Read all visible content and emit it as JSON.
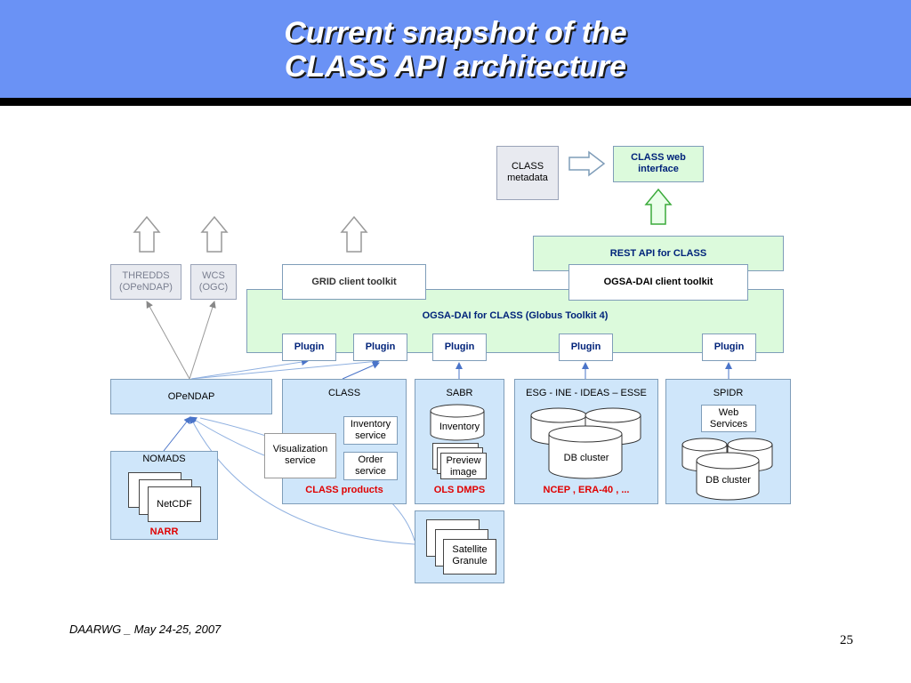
{
  "slide": {
    "title_line1": "Current snapshot of the",
    "title_line2": "CLASS API architecture",
    "footer": "DAARWG _ May 24-25, 2007",
    "page_number": "25"
  },
  "top": {
    "class_metadata": "CLASS metadata",
    "class_web_interface": "CLASS web interface",
    "rest_api": "REST API for CLASS",
    "ogsa_dai_client": "OGSA-DAI client toolkit",
    "grid_client": "GRID client toolkit",
    "thredds": "THREDDS (OPeNDAP)",
    "wcs": "WCS (OGC)"
  },
  "ogsa": {
    "title": "OGSA-DAI for CLASS (Globus Toolkit 4)",
    "plugins": [
      "Plugin",
      "Plugin",
      "Plugin",
      "Plugin",
      "Plugin"
    ]
  },
  "sources": {
    "opendap": "OPeNDAP",
    "nomads": {
      "title": "NOMADS",
      "file": "NetCDF",
      "caption": "NARR"
    },
    "class": {
      "title": "CLASS",
      "visualization": "Visualization service",
      "inventory": "Inventory service",
      "order": "Order service",
      "caption": "CLASS products"
    },
    "sabr": {
      "title": "SABR",
      "inventory": "Inventory",
      "preview": "Preview image",
      "caption": "OLS DMPS"
    },
    "esg": {
      "title": "ESG - INE - IDEAS – ESSE",
      "cluster": "DB cluster",
      "caption": "NCEP , ERA-40 , ..."
    },
    "spidr": {
      "title": "SPIDR",
      "web_services": "Web Services",
      "cluster": "DB cluster"
    },
    "satellite": {
      "granule": "Satellite Granule"
    }
  }
}
